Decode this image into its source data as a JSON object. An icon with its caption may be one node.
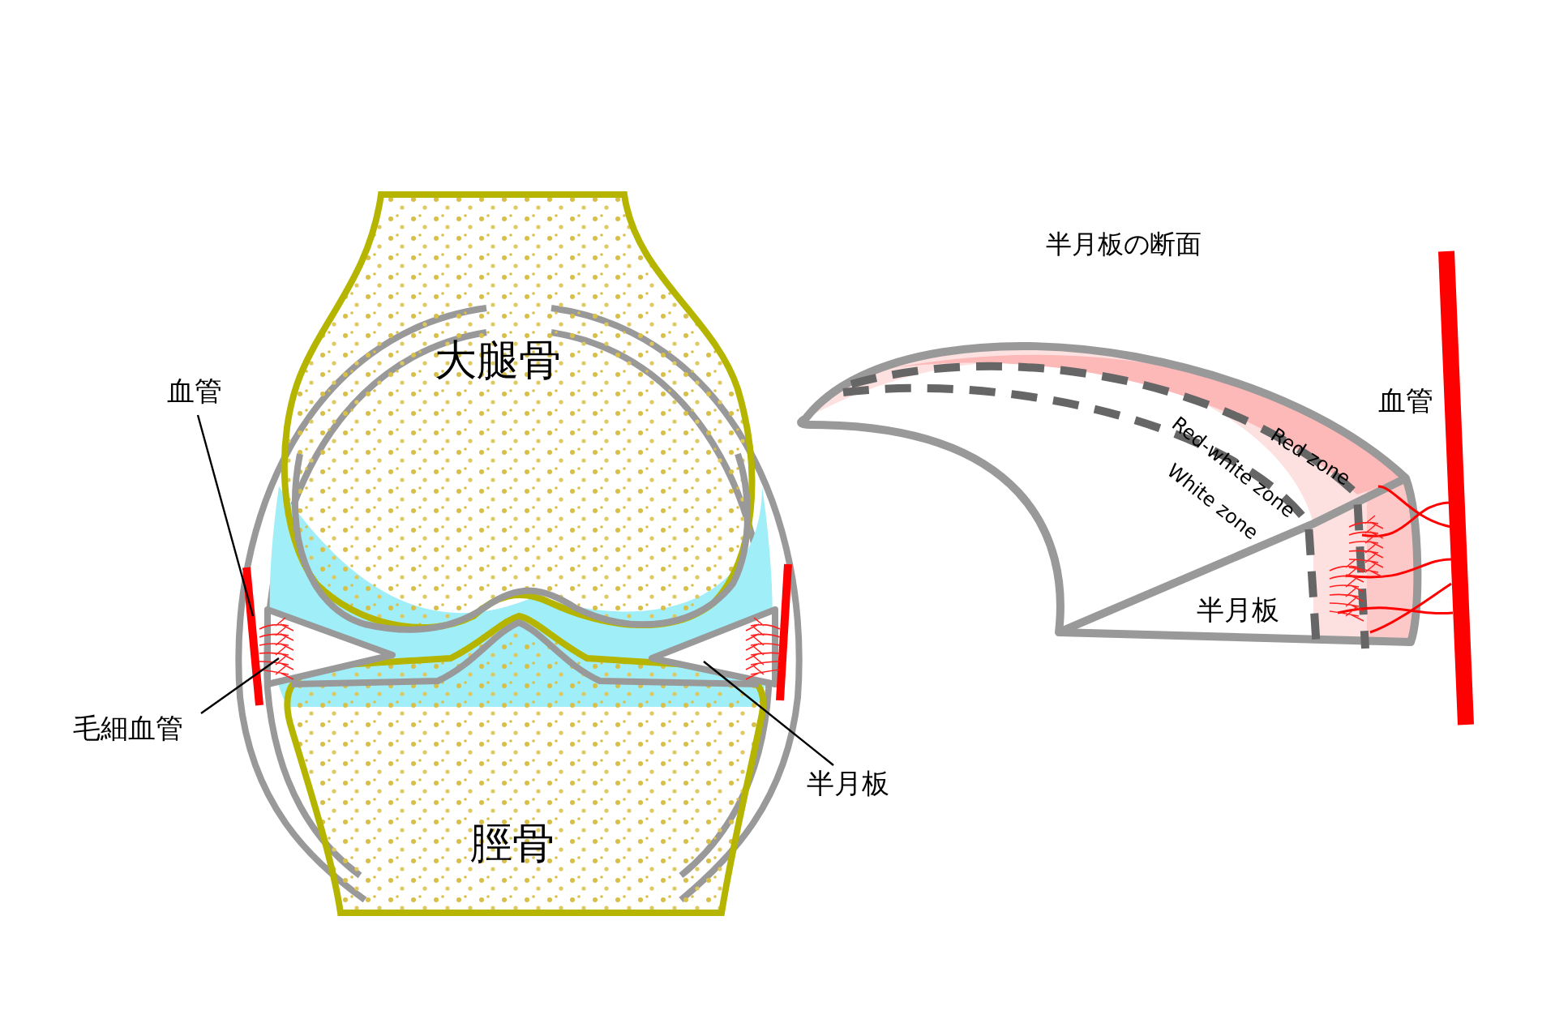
{
  "diagram": {
    "nodes": [
      {
        "text": [
          "血管"
        ]
      },
      {
        "text": [
          "毛細血管"
        ]
      },
      {
        "text": [
          "半月板"
        ]
      }
    ],
    "edges": [
      {
        "from": 0,
        "to": null,
        "arrow": "none"
      },
      {
        "from": 1,
        "to": null,
        "arrow": "none"
      },
      {
        "from": 2,
        "to": null,
        "arrow": "none"
      }
    ],
    "labels": [
      "大腿骨",
      "脛骨",
      "半月板の断面",
      "Red zone",
      "Red-white zone",
      "White zone",
      "血管",
      "半月板"
    ]
  }
}
